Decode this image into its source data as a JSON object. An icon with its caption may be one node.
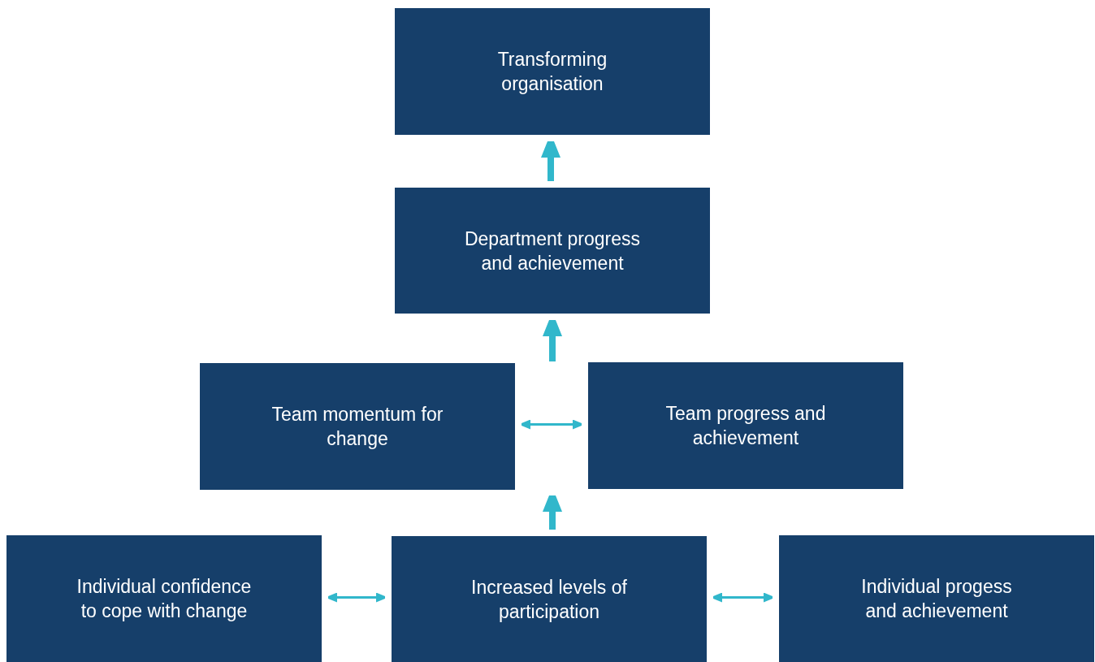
{
  "diagram": {
    "nodes": [
      {
        "text": [
          "Transforming organisation"
        ]
      },
      {
        "text": [
          "Department progress and achievement"
        ]
      },
      {
        "text": [
          "Team momentum for change"
        ]
      },
      {
        "text": [
          "Team progress and achievement"
        ]
      },
      {
        "text": [
          "Individual confidence to cope with change"
        ]
      },
      {
        "text": [
          "Increased levels of participation"
        ]
      },
      {
        "text": [
          "Individual progess and achievement"
        ]
      }
    ],
    "edges": [
      {
        "from": 1,
        "to": 0,
        "arrow": "to",
        "style": "thick"
      },
      {
        "from": null,
        "to": 1,
        "arrow": "to",
        "style": "thick"
      },
      {
        "from": 2,
        "to": 3,
        "arrow": "both"
      },
      {
        "from": 5,
        "to": 3,
        "arrow": "to",
        "style": "thick"
      },
      {
        "from": 4,
        "to": 5,
        "arrow": "both"
      },
      {
        "from": 5,
        "to": 6,
        "arrow": "both"
      }
    ]
  }
}
